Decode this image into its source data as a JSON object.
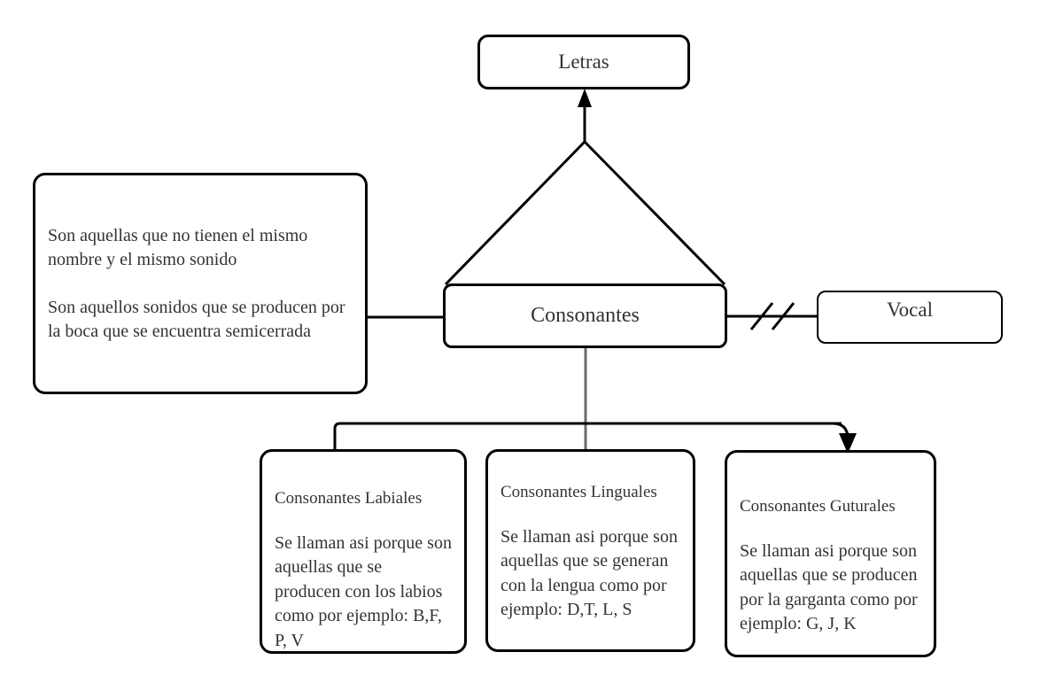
{
  "diagram": {
    "title": "Letras - Consonantes",
    "colors": {
      "stroke": "#000000",
      "gray_stroke": "#6b6b6b",
      "text": "#333333",
      "background": "#ffffff"
    }
  },
  "nodes": {
    "letras": {
      "label": "Letras"
    },
    "consonantes": {
      "label": "Consonantes"
    },
    "vocal": {
      "label": "Vocal"
    },
    "descripcion": {
      "paragraph_1": "Son aquellas que no tienen el mismo nombre y el mismo sonido",
      "paragraph_2": "Son aquellos sonidos que se producen por la boca que se encuentra semicerrada",
      "text": "Son aquellas que no tienen el mismo nombre y el mismo sonido\n\nSon aquellos sonidos que se producen por la boca que se encuentra semicerrada"
    },
    "labiales": {
      "heading": "Consonantes Labiales",
      "body": "Se llaman asi porque son aquellas que se producen con los labios como por ejemplo: B,F, P, V"
    },
    "linguales": {
      "heading": "Consonantes Linguales",
      "body": "Se llaman asi porque son aquellas que se generan con la lengua como por ejemplo: D,T, L, S"
    },
    "guturales": {
      "heading": "Consonantes Guturales",
      "body": "Se llaman asi porque son aquellas que se producen por la garganta como por ejemplo: G, J, K"
    }
  },
  "edges": [
    {
      "name": "consonantes-to-letras",
      "from": "consonantes",
      "to": "letras",
      "style": "triangle-with-arrow",
      "arrow": true
    },
    {
      "name": "descripcion-to-consonantes",
      "from": "descripcion",
      "to": "consonantes",
      "style": "plain-line",
      "arrow": false
    },
    {
      "name": "consonantes-to-vocal",
      "from": "consonantes",
      "to": "vocal",
      "style": "double-slash",
      "arrow": false,
      "marks": 2
    },
    {
      "name": "consonantes-to-labiales",
      "from": "consonantes",
      "to": "labiales",
      "style": "elbow",
      "arrow": false
    },
    {
      "name": "consonantes-to-linguales",
      "from": "consonantes",
      "to": "linguales",
      "style": "straight-gray",
      "arrow": false
    },
    {
      "name": "consonantes-to-guturales",
      "from": "consonantes",
      "to": "guturales",
      "style": "elbow",
      "arrow": true
    }
  ]
}
